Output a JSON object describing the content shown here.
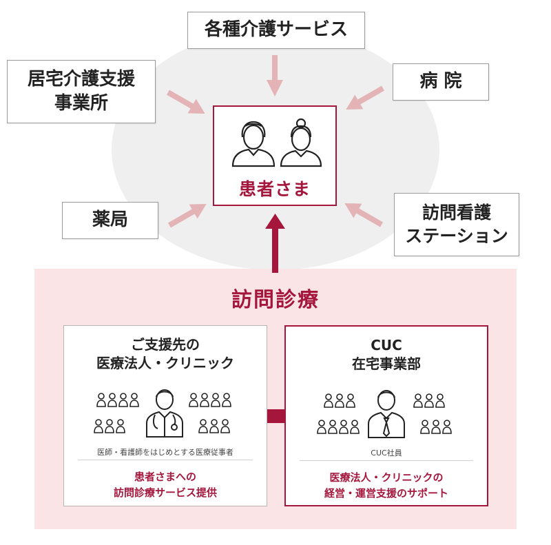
{
  "services": {
    "care_services": "各種介護サービス",
    "care_support_office": "居宅介護支援\n事業所",
    "hospital": "病 院",
    "pharmacy": "薬局",
    "visiting_nurse_station": "訪問看護\nステーション"
  },
  "patient": {
    "label": "患者さま"
  },
  "home_medical": {
    "title": "訪問診療",
    "partner": {
      "title": "ご支援先の\n医療法人・クリニック",
      "caption": "医師・看護師をはじめとする医療従事者",
      "service": "患者さまへの\n訪問診療サービス提供"
    },
    "cuc": {
      "title": "CUC\n在宅事業部",
      "caption": "CUC社員",
      "service": "医療法人・クリニックの\n経営・運営支援のサポート"
    }
  },
  "colors": {
    "accent": "#a4163c",
    "arrow_light": "#e3b3b6",
    "pink_background": "#fbe4e6",
    "circle_background": "#efefef"
  }
}
